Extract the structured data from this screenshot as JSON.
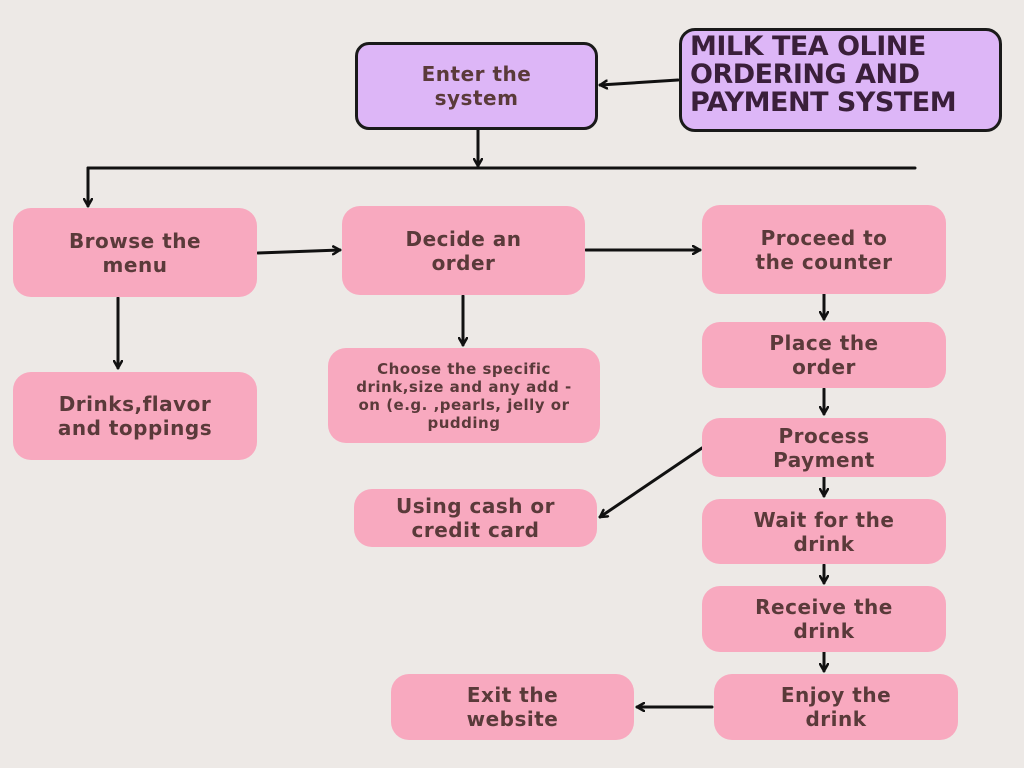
{
  "title": "MILK TEA OLINE\nORDERING AND\nPAYMENT SYSTEM",
  "nodes": {
    "enter": "Enter the\nsystem",
    "browse": "Browse the\nmenu",
    "drinks": "Drinks,flavor\nand toppings",
    "decide": "Decide an\norder",
    "choose": "Choose the specific\ndrink,size and any add -\non (e.g. ,pearls, jelly or\npudding",
    "cash": "Using cash or\ncredit card",
    "proceed": "Proceed to\nthe counter",
    "place": "Place the\norder",
    "process": "Process\nPayment",
    "wait": "Wait for the\ndrink",
    "receive": "Receive the\ndrink",
    "enjoy": "Enjoy the\ndrink",
    "exit": "Exit the\nwebsite"
  },
  "colors": {
    "background": "#EDE9E6",
    "step_fill": "#F8A9BF",
    "start_fill": "#DDB6F7",
    "text": "#5a3a3a",
    "arrow": "#111111"
  }
}
